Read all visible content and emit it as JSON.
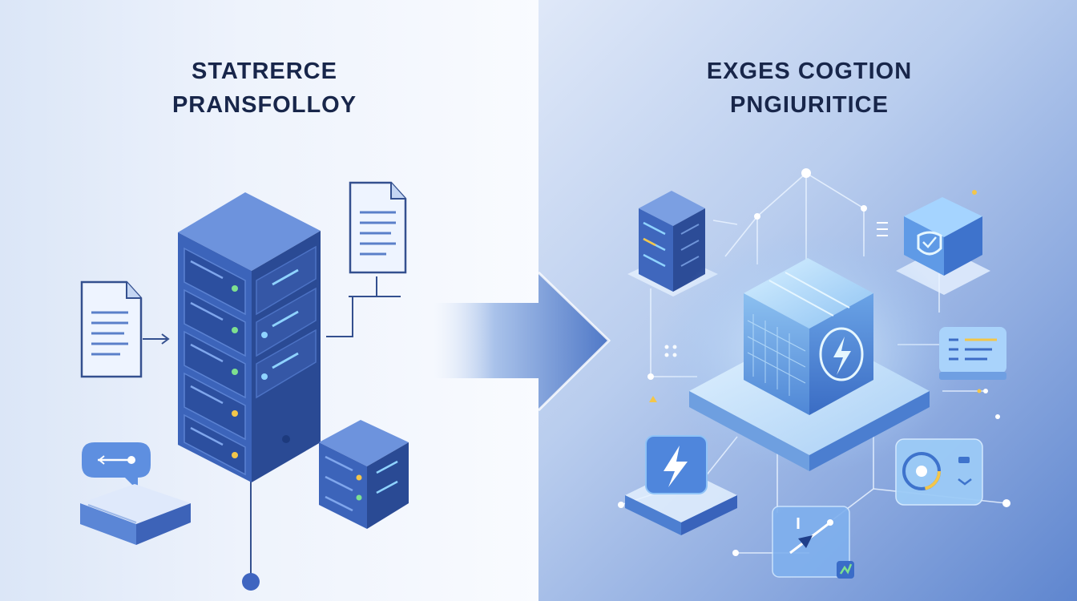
{
  "left_panel": {
    "heading_line1": "STATRERCE",
    "heading_line2": "PRANSFOLLOY"
  },
  "right_panel": {
    "heading_line1": "EXGES COGTION",
    "heading_line2": "PNGIURITICE"
  },
  "colors": {
    "dark_navy": "#18264a",
    "server_blue": "#3d63b8",
    "server_dark": "#2b4a93",
    "accent_light": "#8fd3ff",
    "status_green": "#7ee08f",
    "status_yellow": "#f3c64a",
    "glow": "#bfe6ff"
  },
  "icons": [
    "document-icon",
    "server-rack-icon",
    "arrow-right-icon",
    "chat-bubble-icon",
    "book-icon",
    "server-small-icon",
    "processor-cube-icon",
    "lightning-icon",
    "shield-icon",
    "monitor-icon",
    "gauge-icon",
    "chart-icon"
  ]
}
